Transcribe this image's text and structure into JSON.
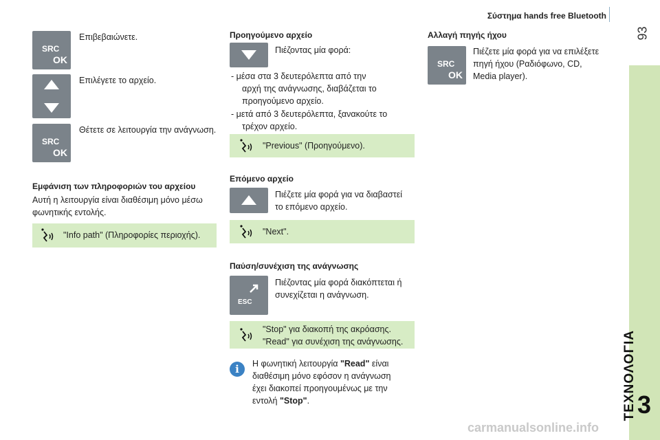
{
  "header": {
    "title": "Σύστημα hands free Bluetooth",
    "page_number": "93"
  },
  "sidebar": {
    "section": "ΤΕΧΝΟΛΟΓΙΑ",
    "chapter": "3"
  },
  "buttons": {
    "src": "SRC",
    "ok": "OK",
    "esc": "ESC"
  },
  "col1": {
    "step1": "Επιβεβαιώνετε.",
    "step2": "Επιλέγετε το αρχείο.",
    "step3": "Θέτετε σε λειτουργία την ανάγνωση.",
    "info_heading": "Εμφάνιση των πληροφοριών του αρχείου",
    "info_body_1": "Αυτή η λειτουργία είναι διαθέσιμη μόνο μέσω",
    "info_body_2": "φωνητικής εντολής.",
    "info_voice": "\"Info path\" (Πληροφορίες περιοχής)."
  },
  "col2": {
    "prev_heading": "Προηγούμενο αρχείο",
    "prev_press": "Πιέζοντας μία φορά:",
    "prev_b1_1": "-  μέσα στα 3 δευτερόλεπτα από την",
    "prev_b1_2": "αρχή της ανάγνωσης, διαβάζεται το",
    "prev_b1_3": "προηγούμενο αρχείο.",
    "prev_b2_1": "-  μετά από 3 δευτερόλεπτα, ξανακούτε το",
    "prev_b2_2": "τρέχον αρχείο.",
    "prev_voice": "\"Previous\" (Προηγούμενο).",
    "next_heading": "Επόμενο αρχείο",
    "next_press_1": "Πιέζετε μία φορά για να διαβαστεί",
    "next_press_2": "το επόμενο αρχείο.",
    "next_voice": "\"Next\".",
    "pause_heading": "Παύση/συνέχιση της ανάγνωσης",
    "pause_press_1": "Πιέζοντας μία φορά διακόπτεται ή",
    "pause_press_2": "συνεχίζεται η ανάγνωση.",
    "pause_voice_1": "\"Stop\" για διακοπή της ακρόασης.",
    "pause_voice_2": "\"Read\" για συνέχιση της ανάγνωσης.",
    "note_1a": "Η φωνητική λειτουργία ",
    "note_1b": "\"Read\"",
    "note_1c": " είναι",
    "note_2": "διαθέσιμη μόνο εφόσον η ανάγνωση",
    "note_3": "έχει διακοπεί προηγουμένως με την",
    "note_4a": "εντολή ",
    "note_4b": "\"Stop\"",
    "note_4c": "."
  },
  "col3": {
    "source_heading": "Αλλαγή πηγής ήχου",
    "source_1": "Πιέζετε μία φορά για να επιλέξετε",
    "source_2": "πηγή ήχου (Ραδιόφωνο, CD,",
    "source_3": "Media player)."
  },
  "watermark": "carmanualsonline.info"
}
